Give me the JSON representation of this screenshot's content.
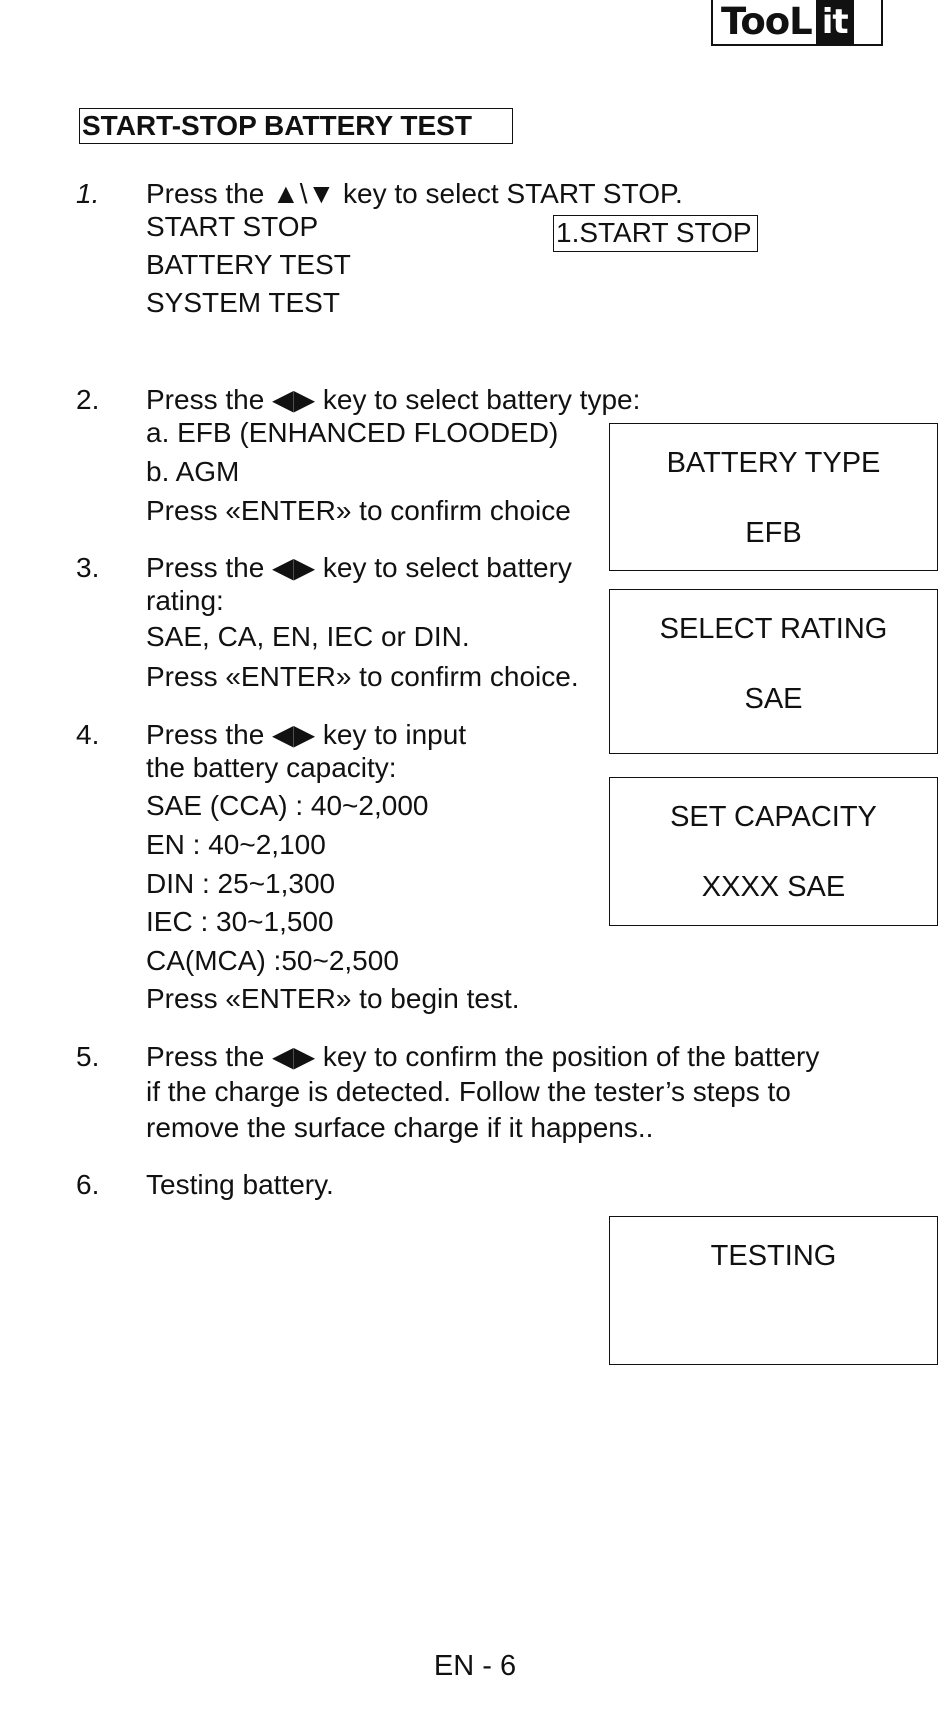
{
  "logo": {
    "text_a": "TooL",
    "text_b": "it"
  },
  "title": "START-STOP BATTERY TEST",
  "steps": [
    {
      "number": "1.",
      "lines": [
        "Press the ▲\\▼ key to select START STOP.",
        "START STOP",
        "BATTERY TEST",
        "SYSTEM TEST"
      ]
    },
    {
      "number": "2.",
      "lines": [
        "Press the ◀▶ key to select battery type:",
        "a. EFB (ENHANCED FLOODED)",
        "b. AGM",
        "Press «ENTER» to confirm choice"
      ]
    },
    {
      "number": "3.",
      "lines": [
        "Press the ◀▶ key to select battery",
        "rating:",
        "SAE, CA, EN, IEC or DIN.",
        "Press «ENTER» to confirm choice."
      ]
    },
    {
      "number": "4.",
      "lines": [
        "Press the ◀▶ key to input",
        "the battery capacity:",
        "SAE (CCA) : 40~2,000",
        "EN : 40~2,100",
        "DIN : 25~1,300",
        "IEC : 30~1,500",
        "CA(MCA) :50~2,500",
        "Press «ENTER» to begin test."
      ]
    },
    {
      "number": "5.",
      "lines": [
        "Press the ◀▶ key to confirm the position of the battery",
        "if the charge is detected. Follow the tester’s steps to",
        "remove the surface charge if it happens.."
      ]
    },
    {
      "number": "6.",
      "lines": [
        "Testing battery."
      ]
    }
  ],
  "menu_display": "1.START STOP",
  "screens": [
    {
      "line1": "BATTERY TYPE",
      "line2": "EFB"
    },
    {
      "line1": "SELECT RATING",
      "line2": "SAE"
    },
    {
      "line1": "SET CAPACITY",
      "line2": "XXXX SAE"
    },
    {
      "line1": "TESTING",
      "line2": ""
    }
  ],
  "footer": "EN - 6"
}
